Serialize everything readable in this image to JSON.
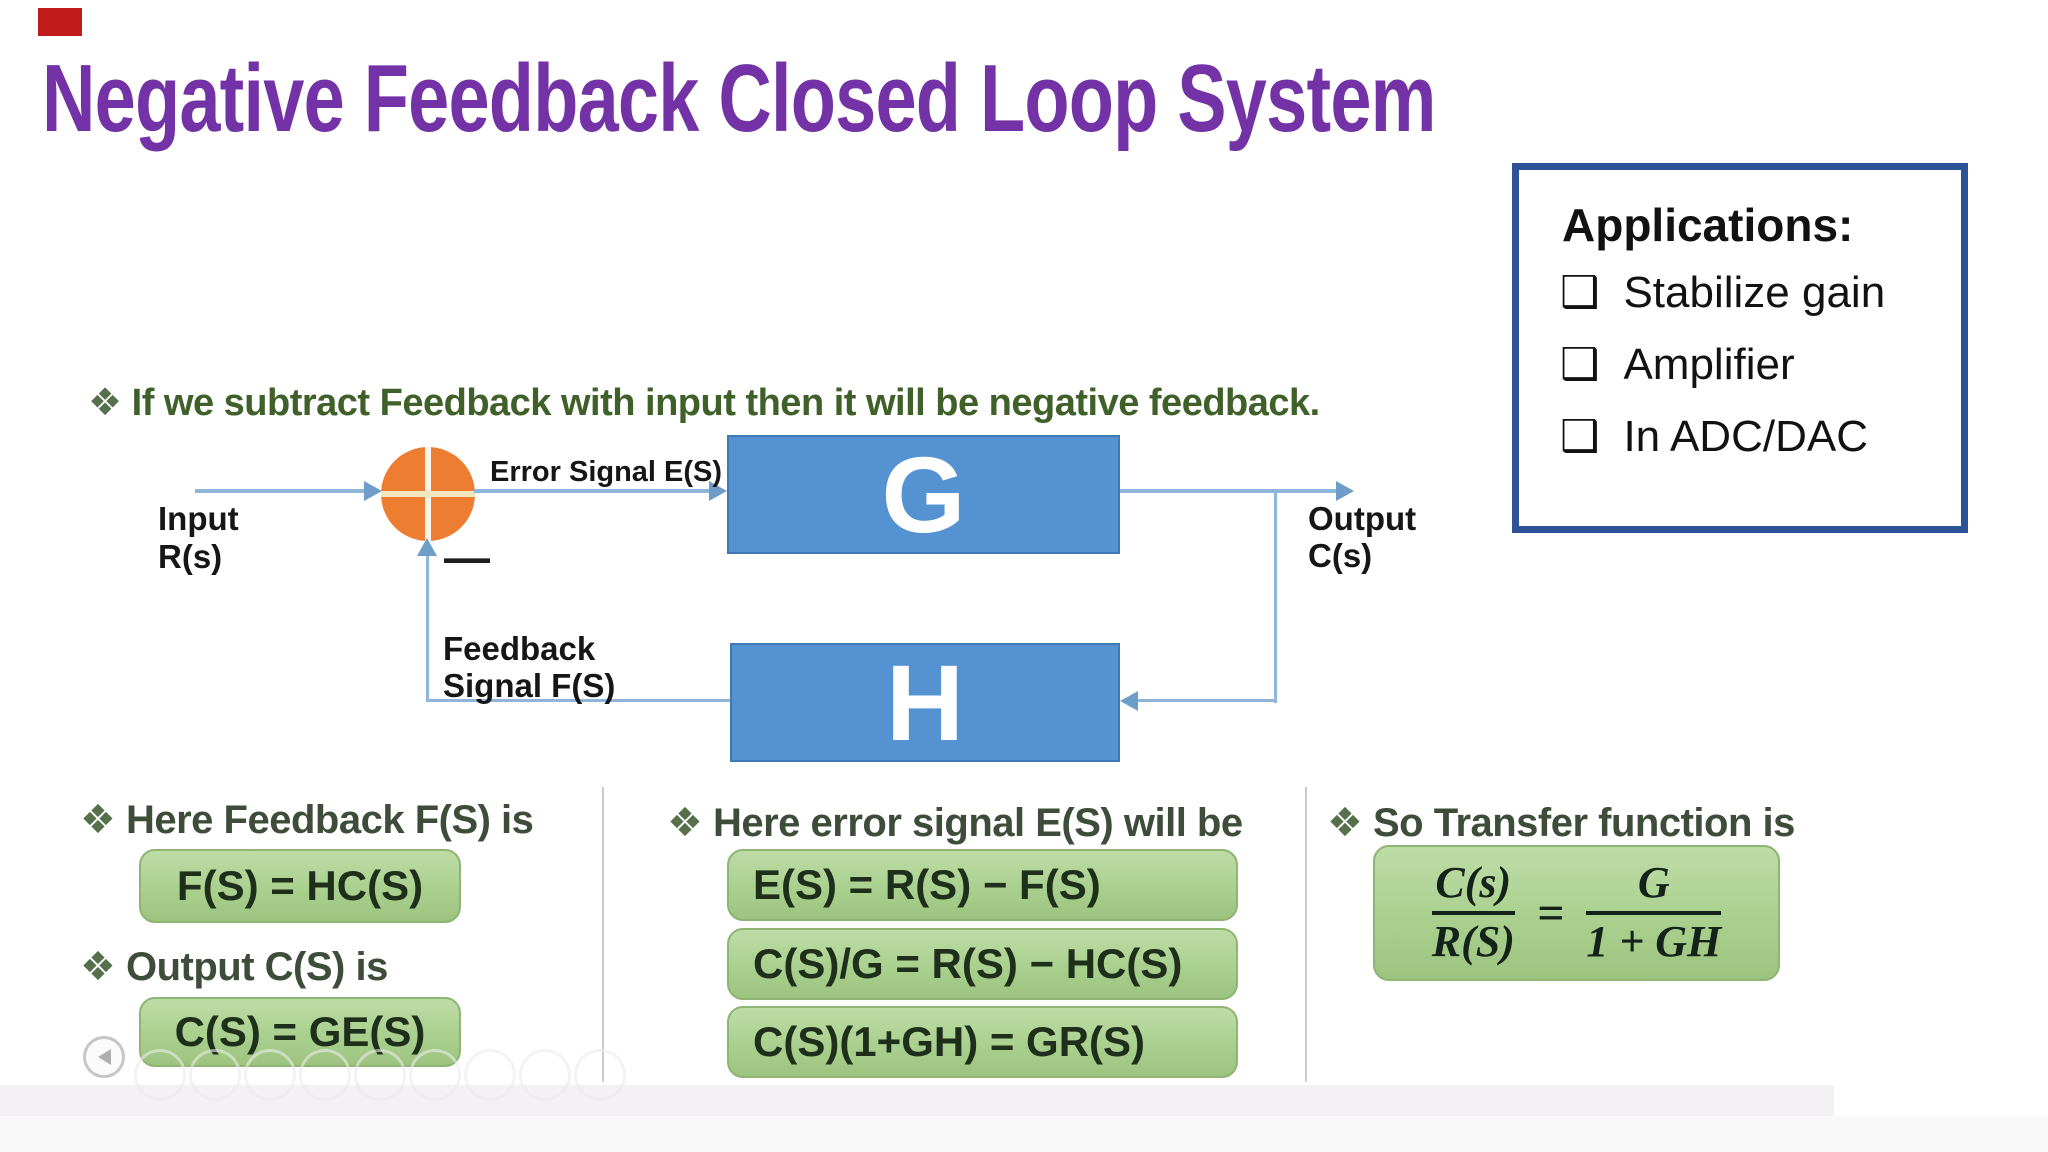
{
  "slide": {
    "title": "Negative Feedback Closed Loop System",
    "statement_bullet": "❖",
    "statement": "If we subtract Feedback with input then it will be negative feedback."
  },
  "applications": {
    "heading": "Applications:",
    "checkbox_glyph": "❑",
    "items": [
      "Stabilize gain",
      "Amplifier",
      "In ADC/DAC"
    ]
  },
  "diagram": {
    "input_label_line1": "Input",
    "input_label_line2": "R(s)",
    "error_signal_label": "Error Signal E(S)",
    "minus_sign": "—",
    "gain_block": "G",
    "feedback_block": "H",
    "output_label_line1": "Output",
    "output_label_line2": "C(s)",
    "feedback_label_line1": "Feedback",
    "feedback_label_line2": "Signal F(S)"
  },
  "columns": {
    "col1": {
      "bullet": "❖",
      "heading1": "Here Feedback F(S) is",
      "formula1": "F(S) = HC(S)",
      "heading2": "Output C(S) is",
      "formula2": "C(S) = GE(S)"
    },
    "col2": {
      "bullet": "❖",
      "heading": "Here error signal E(S) will be",
      "formulas": [
        "E(S) = R(S) − F(S)",
        "C(S)/G = R(S) − HC(S)",
        "C(S)(1+GH) = GR(S)"
      ]
    },
    "col3": {
      "bullet": "❖",
      "heading": "So Transfer function is",
      "fraction_left_num": "C(s)",
      "fraction_left_den": "R(S)",
      "equals": "=",
      "fraction_right_num": "G",
      "fraction_right_den": "1 + GH"
    }
  },
  "colors": {
    "title_purple": "#7333a7",
    "statement_green": "#40602a",
    "block_blue": "#5592d2",
    "arrow_blue": "#8fb6da",
    "sum_junction_orange": "#ed7d31",
    "formula_box_green": "#a9d08e",
    "applications_border_blue": "#2d5295",
    "recording_marker_red": "#c11b1b"
  }
}
